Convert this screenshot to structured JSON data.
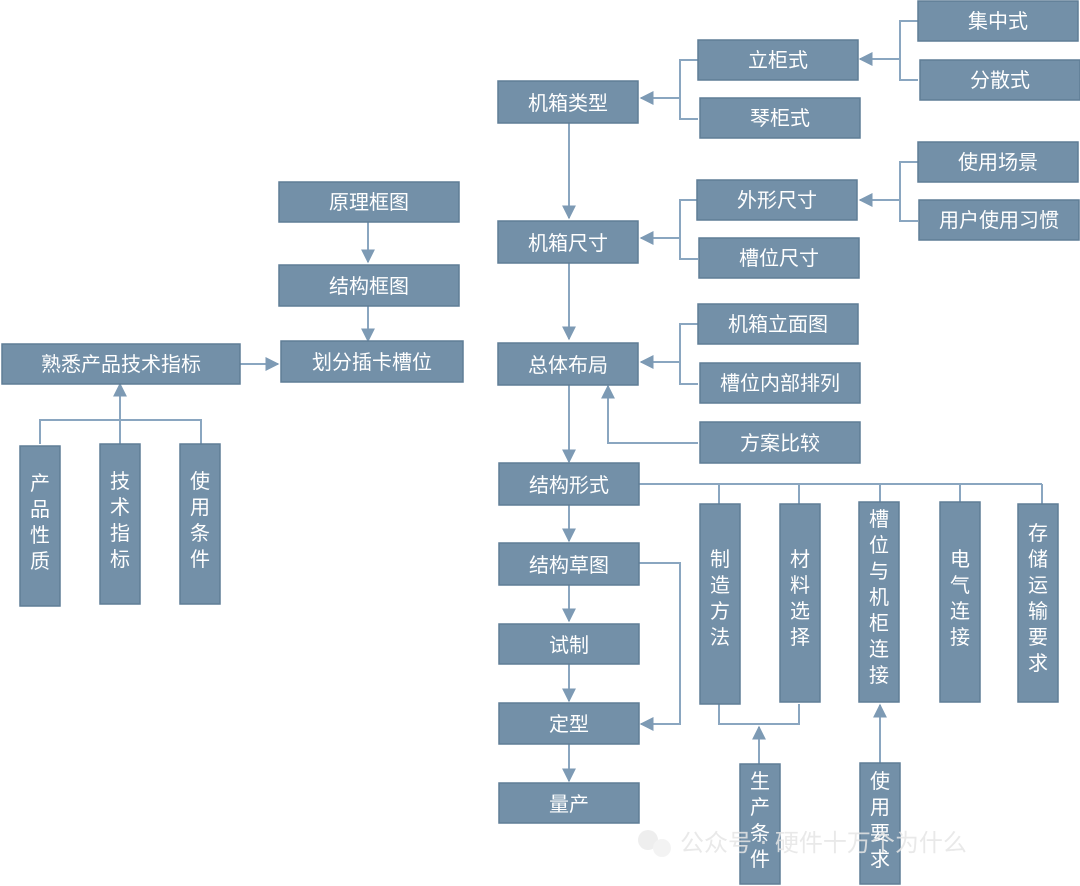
{
  "diagram": {
    "accent_box_color": "#7390a8",
    "connector_color": "#8aa6c0",
    "left": {
      "familiarize": "熟悉产品技术指标",
      "product_nature": "产品性质",
      "tech_indicators": "技术指标",
      "use_conditions": "使用条件",
      "principle_block": "原理框图",
      "structure_block": "结构框图",
      "slot_division": "划分插卡槽位"
    },
    "main": {
      "chassis_type": "机箱类型",
      "chassis_size": "机箱尺寸",
      "overall_layout": "总体布局",
      "structure_form": "结构形式",
      "structure_sketch": "结构草图",
      "trial": "试制",
      "finalize": "定型",
      "mass_production": "量产"
    },
    "type_branch": {
      "vertical_cabinet": "立柜式",
      "piano_cabinet": "琴柜式",
      "centralized": "集中式",
      "distributed": "分散式"
    },
    "size_branch": {
      "outline_size": "外形尺寸",
      "slot_size": "槽位尺寸",
      "use_scenario": "使用场景",
      "user_habits": "用户使用习惯"
    },
    "layout_branch": {
      "elevation": "机箱立面图",
      "slot_arrangement": "槽位内部排列",
      "scheme_compare": "方案比较"
    },
    "form_branch": {
      "manufacturing": "制造方法",
      "material": "材料选择",
      "slot_cabinet_conn": "槽位与机柜连接",
      "electrical": "电气连接",
      "storage_transport": "存储运输要求",
      "production_conditions": "生产条件",
      "usage_requirements": "使用要求"
    },
    "watermark": "公众号 · 硬件十万个为什么"
  }
}
